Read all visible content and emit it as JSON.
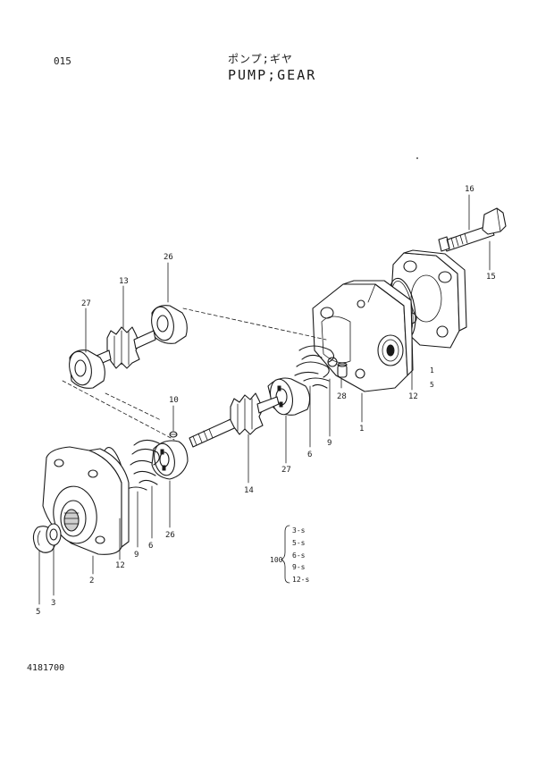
{
  "header": {
    "page_number": "015",
    "title_japanese": "ポンプ;ギヤ",
    "title_english": "PUMP;GEAR"
  },
  "footer": {
    "diagram_code": "4181700"
  },
  "callouts": {
    "c16": "16",
    "c15": "15",
    "c26_top": "26",
    "c13": "13",
    "c27_top": "27",
    "c10": "10",
    "c28": "28",
    "c9_right": "9",
    "c6_right": "6",
    "c1": "1",
    "c12_right": "12",
    "c5_right": "5",
    "c1_right": "1",
    "c27_mid": "27",
    "c14": "14",
    "c26_bottom": "26",
    "c6_left": "6",
    "c9_left": "9",
    "c12_left": "12",
    "c2": "2",
    "c3": "3",
    "c5_left": "5"
  },
  "kit": {
    "number": "100",
    "items": [
      "3-s",
      "5-s",
      "6-s",
      "9-s",
      "12-s"
    ]
  }
}
